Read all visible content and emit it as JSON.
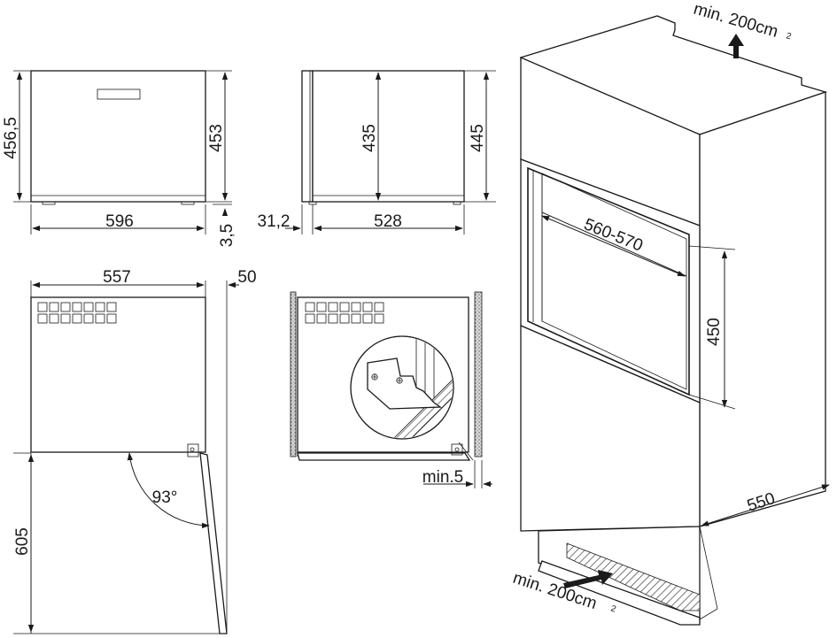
{
  "front_view": {
    "height_total": "456,5",
    "height_body": "453",
    "width": "596",
    "foot": "3,5"
  },
  "side_view": {
    "height_inner": "435",
    "height_outer": "445",
    "offset": "31,2",
    "depth": "528"
  },
  "top_view": {
    "width": "557",
    "gap": "50",
    "door_depth": "605",
    "angle": "93°"
  },
  "section_view": {
    "clearance": "min.5"
  },
  "niche": {
    "vent_top": "min. 200cm",
    "vent_top_sup": "2",
    "vent_bottom": "min. 200cm",
    "vent_bottom_sup": "2",
    "width": "560-570",
    "height": "450",
    "depth": "550"
  }
}
